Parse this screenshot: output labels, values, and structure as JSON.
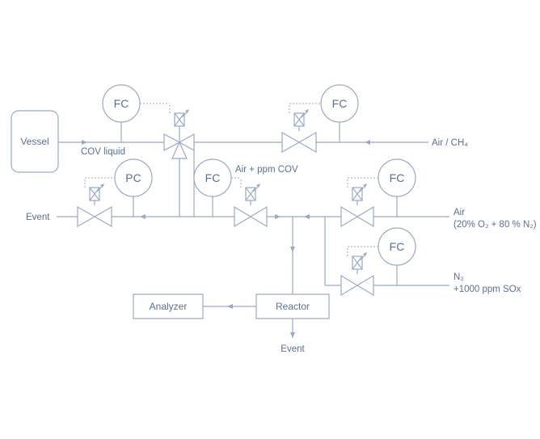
{
  "vessel": {
    "label": "Vessel"
  },
  "streams": {
    "cov_liquid": "COV liquid",
    "air_ch4": "Air / CH₄",
    "air_ppm_cov": "Air + ppm COV",
    "event_left": "Event",
    "air_title": "Air",
    "air_mix": "(20% O₂ + 80 % N₂)",
    "n2_title": "N₂",
    "n2_sox": "+1000 ppm SOx",
    "event_bottom": "Event"
  },
  "instruments": {
    "fc_top": "FC",
    "fc_top_right": "FC",
    "pc_left": "PC",
    "fc_center": "FC",
    "fc_right_upper": "FC",
    "fc_right_lower": "FC"
  },
  "blocks": {
    "analyzer": "Analyzer",
    "reactor": "Reactor"
  },
  "colors": {
    "line": "#9aa9c6",
    "text": "#5b6f95",
    "background": "#ffffff"
  }
}
